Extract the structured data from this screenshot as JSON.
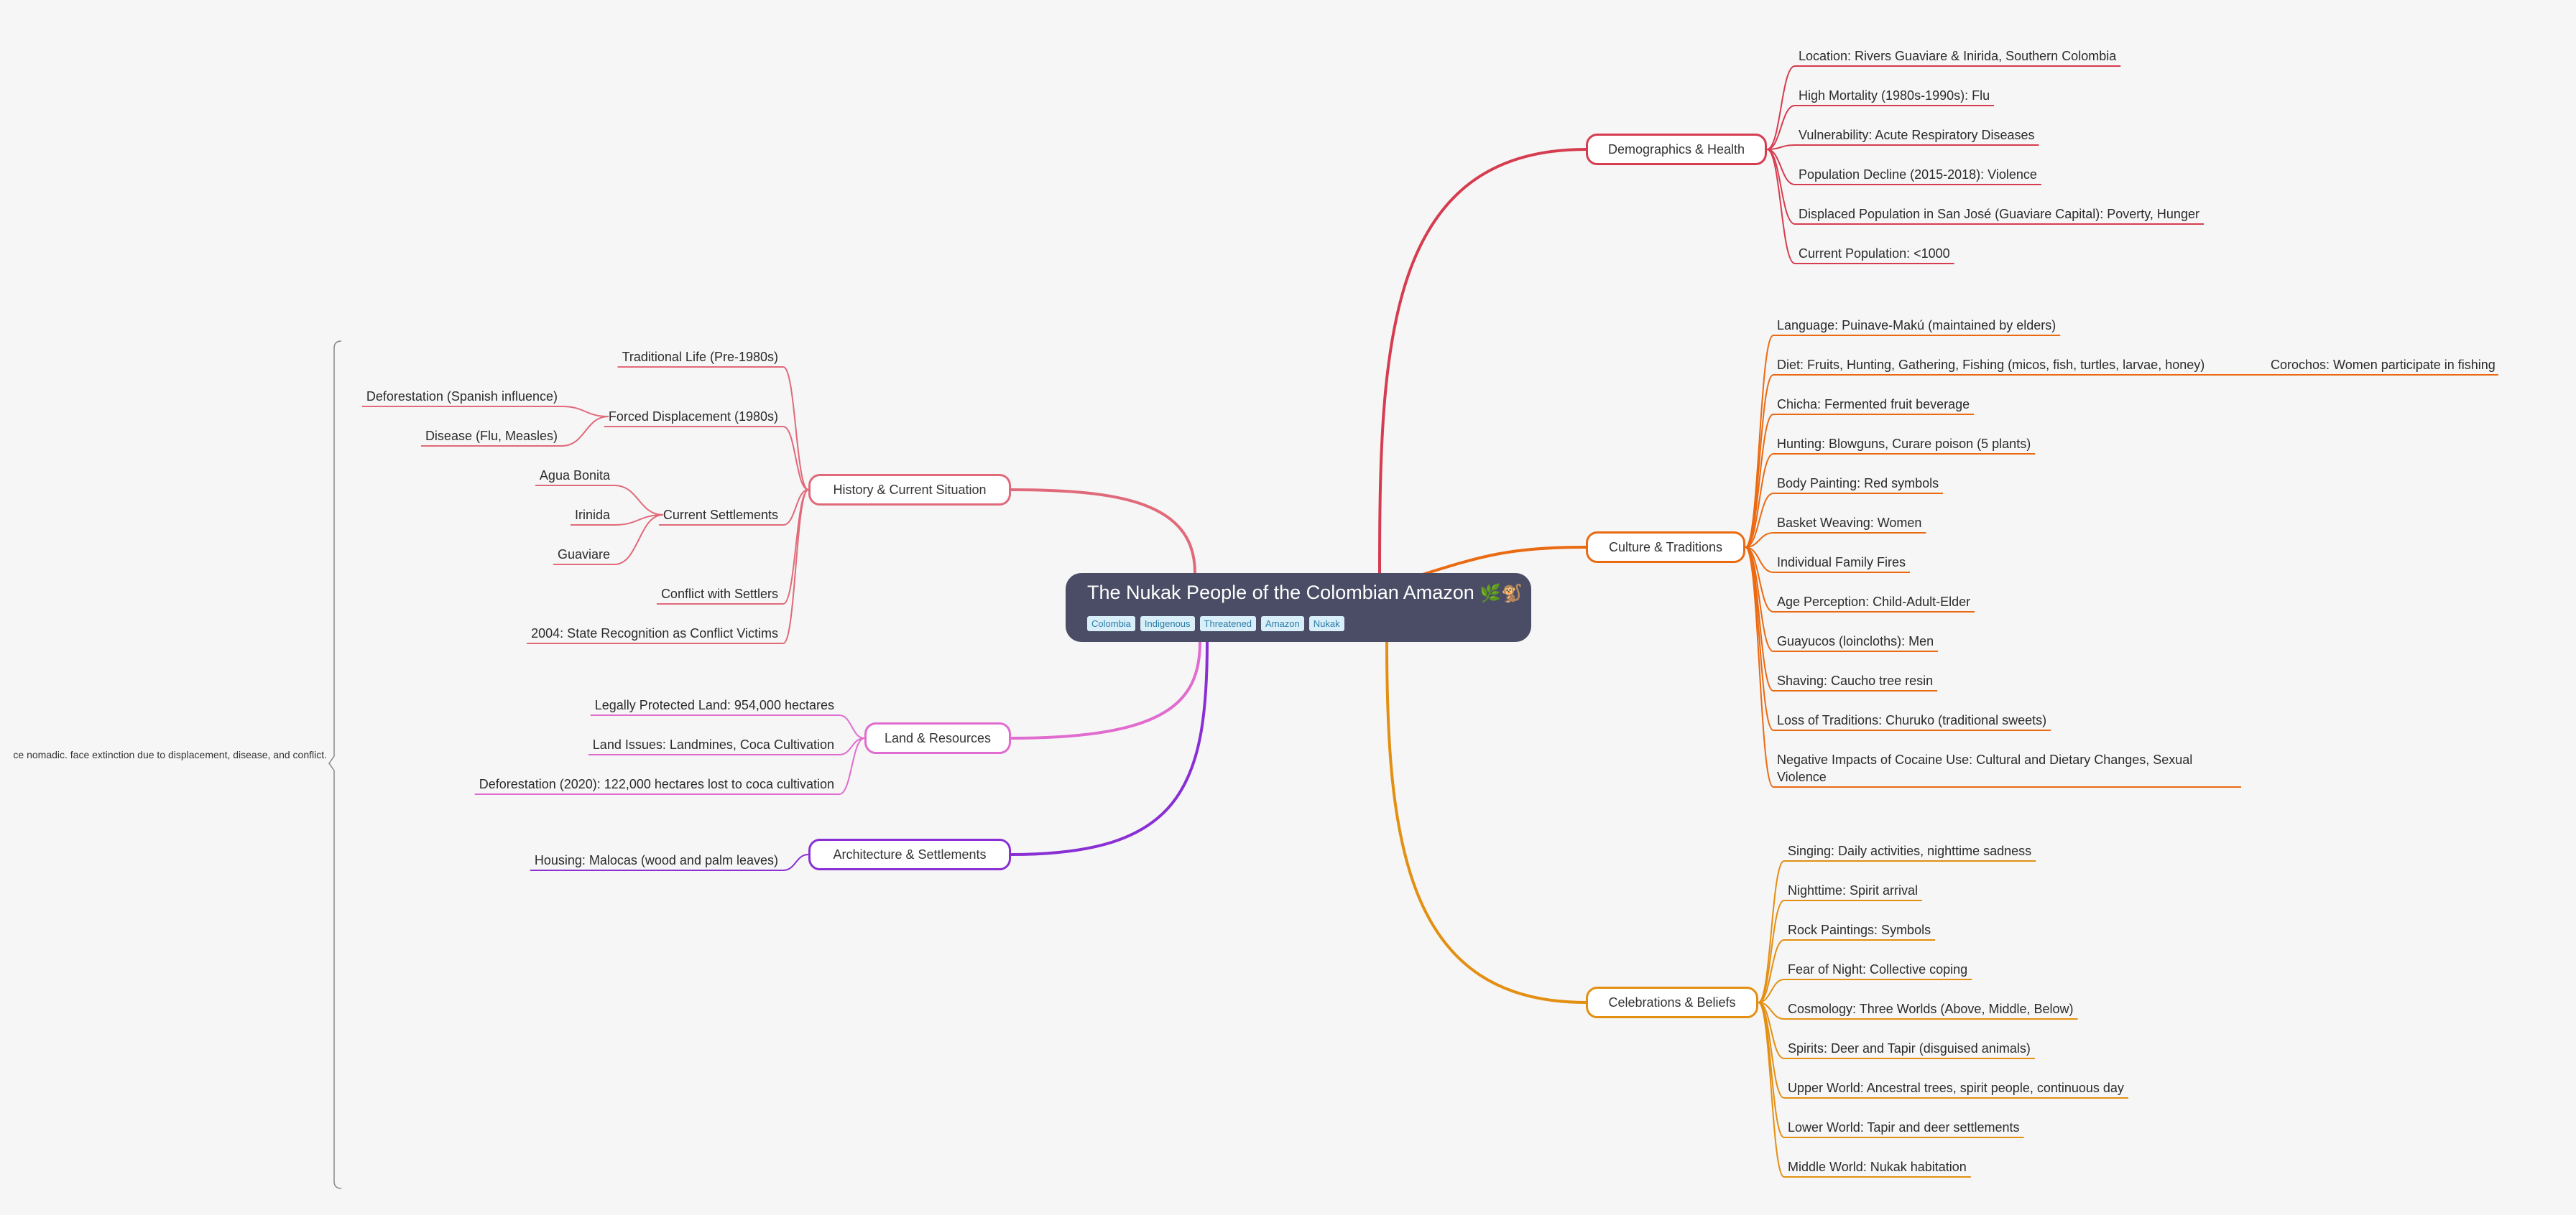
{
  "root": {
    "title": "The Nukak People of the Colombian Amazon",
    "emoji": "🌿🐒",
    "tags": [
      "Colombia",
      "Indigenous",
      "Threatened",
      "Amazon",
      "Nukak"
    ]
  },
  "colors": {
    "demographics": "#d63c4f",
    "culture": "#ea6a12",
    "celebrations": "#e38f12",
    "history": "#e06a7a",
    "land": "#e06ccf",
    "architecture": "#8a2fd4",
    "summary_bracket": "#888888"
  },
  "summary": {
    "text": "ce nomadic. face extinction due to displacement, disease, and conflict."
  },
  "branches": {
    "demographics": {
      "label": "Demographics & Health",
      "items": [
        "Location: Rivers Guaviare & Inirida, Southern Colombia",
        "High Mortality (1980s-1990s): Flu",
        "Vulnerability: Acute Respiratory Diseases",
        "Population Decline (2015-2018): Violence",
        "Displaced Population in San José (Guaviare Capital): Poverty, Hunger",
        "Current Population: <1000"
      ]
    },
    "culture": {
      "label": "Culture & Traditions",
      "items": [
        "Language: Puinave-Makú (maintained by elders)",
        "Diet: Fruits, Hunting, Gathering, Fishing (micos, fish, turtles, larvae, honey)",
        "Chicha: Fermented fruit beverage",
        "Hunting: Blowguns, Curare poison (5 plants)",
        "Body Painting: Red symbols",
        "Basket Weaving: Women",
        "Individual Family Fires",
        "Age Perception: Child-Adult-Elder",
        "Guayucos (loincloths): Men",
        "Shaving: Caucho tree resin",
        "Loss of Traditions: Churuko (traditional sweets)",
        "Negative Impacts of Cocaine Use: Cultural and Dietary Changes, Sexual Violence"
      ],
      "diet_sub": "Corochos: Women participate in fishing"
    },
    "celebrations": {
      "label": "Celebrations & Beliefs",
      "items": [
        "Singing: Daily activities, nighttime sadness",
        "Nighttime: Spirit arrival",
        "Rock Paintings: Symbols",
        "Fear of Night: Collective coping",
        "Cosmology: Three Worlds (Above, Middle, Below)",
        "Spirits: Deer and Tapir (disguised animals)",
        "Upper World: Ancestral trees, spirit people, continuous day",
        "Lower World: Tapir and deer settlements",
        "Middle World: Nukak habitation"
      ]
    },
    "history": {
      "label": "History & Current Situation",
      "traditional": "Traditional Life (Pre-1980s)",
      "forced": {
        "label": "Forced Displacement (1980s)",
        "subs": [
          "Deforestation (Spanish influence)",
          "Disease (Flu, Measles)"
        ]
      },
      "settlements": {
        "label": "Current Settlements",
        "subs": [
          "Agua Bonita",
          "Irinida",
          "Guaviare"
        ]
      },
      "conflict": "Conflict with Settlers",
      "recognition": "2004: State Recognition as Conflict Victims"
    },
    "land": {
      "label": "Land & Resources",
      "items": [
        "Legally Protected Land: 954,000 hectares",
        "Land Issues: Landmines, Coca Cultivation",
        "Deforestation (2020): 122,000 hectares lost to coca cultivation"
      ]
    },
    "architecture": {
      "label": "Architecture & Settlements",
      "items": [
        "Housing: Malocas (wood and palm leaves)"
      ]
    }
  }
}
